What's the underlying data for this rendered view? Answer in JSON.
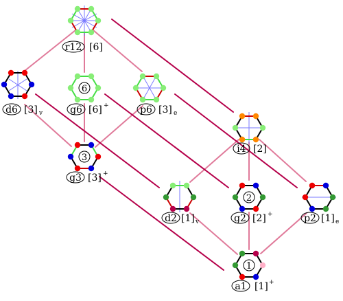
{
  "colors": {
    "primary_edge": "#b5004a",
    "secondary_edge": "#e07a9a",
    "hex_black": "#000000",
    "hex_red": "#cc0000",
    "hex_green": "#44dd44",
    "mirror_blue": "#7a7aff",
    "dot_red": "#ee0000",
    "dot_blue": "#0000dd",
    "dot_green": "#339933",
    "dot_lightgreen": "#88ee77",
    "dot_orange": "#ff8800",
    "dot_maroon": "#b5004a",
    "dot_pink": "#ffb0c8"
  },
  "nodes": {
    "r12": {
      "id": "r12",
      "label": "[6]",
      "sup": "",
      "sub": "",
      "center": ""
    },
    "d6": {
      "id": "d6",
      "label": "[3]",
      "sup": "",
      "sub": "v",
      "center": ""
    },
    "g6": {
      "id": "g6",
      "label": "[6]",
      "sup": "+",
      "sub": "",
      "center": "6"
    },
    "p6": {
      "id": "p6",
      "label": "[3]",
      "sup": "",
      "sub": "e",
      "center": ""
    },
    "i4": {
      "id": "i4",
      "label": "[2]",
      "sup": "",
      "sub": "",
      "center": ""
    },
    "g3": {
      "id": "g3",
      "label": "[3]",
      "sup": "+",
      "sub": "",
      "center": "3"
    },
    "d2": {
      "id": "d2",
      "label": "[1]",
      "sup": "",
      "sub": "v",
      "center": ""
    },
    "g2": {
      "id": "g2",
      "label": "[2]",
      "sup": "+",
      "sub": "",
      "center": "2"
    },
    "p2": {
      "id": "p2",
      "label": "[1]",
      "sup": "",
      "sub": "e",
      "center": ""
    },
    "a1": {
      "id": "a1",
      "label": "[1]",
      "sup": "+",
      "sub": "",
      "center": "1"
    }
  }
}
